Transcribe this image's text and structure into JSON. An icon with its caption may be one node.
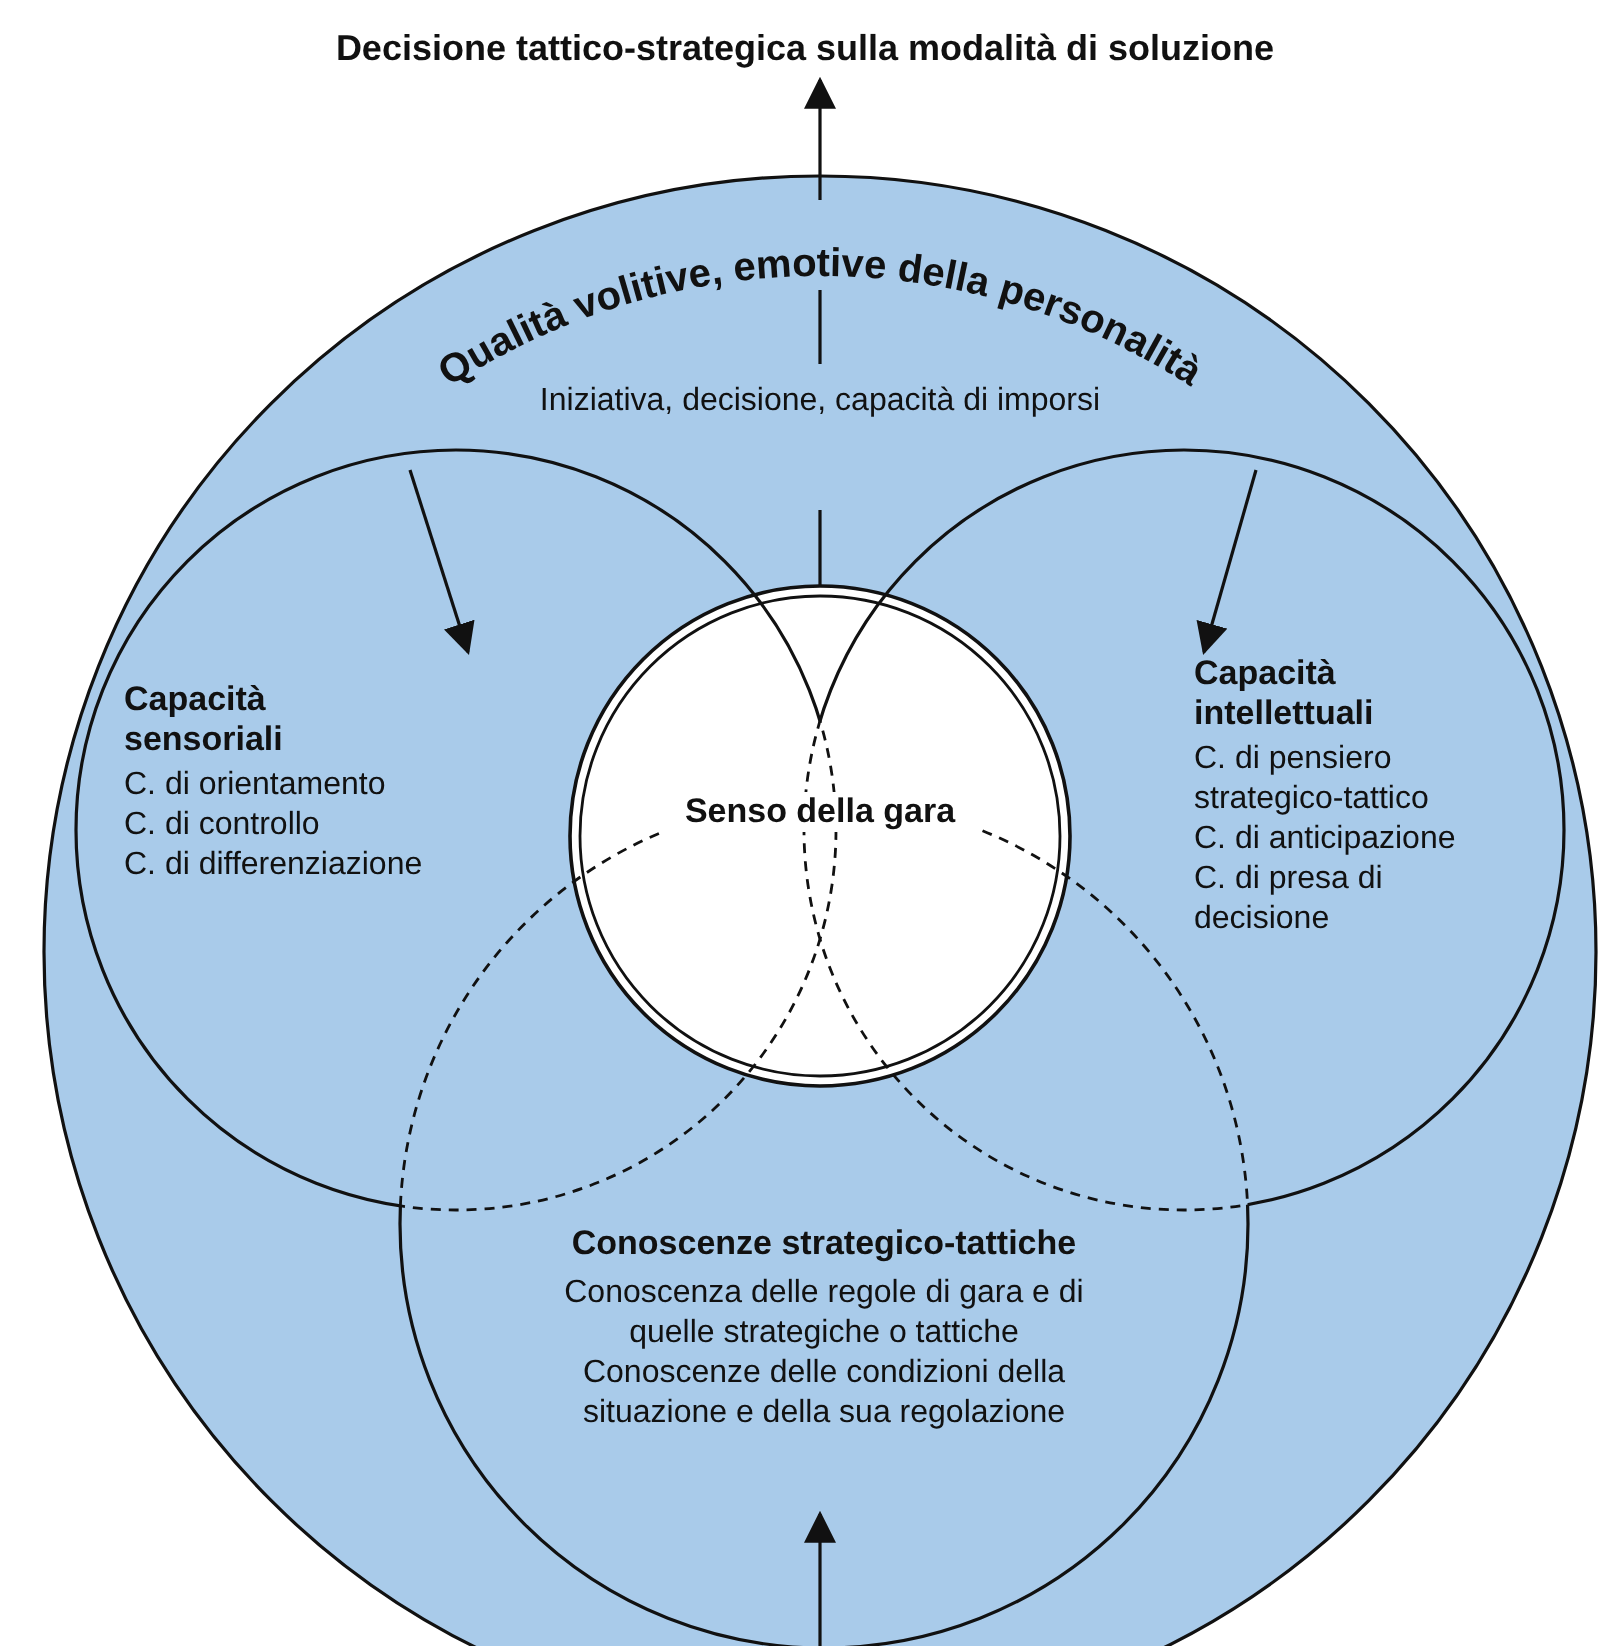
{
  "diagram": {
    "nodes": [
      {
        "text": [
          "Decisione tattico-strategica sulla modalità di soluzione"
        ]
      },
      {
        "text": [
          "Qualità volitive, emotive della personalità",
          "Iniziativa, decisione, capacità di imporsi"
        ]
      },
      {
        "text": [
          "Capacità sensoriali",
          "C. di orientamento",
          "C. di controllo",
          "C. di differenziazione"
        ],
        "in": 1
      },
      {
        "text": [
          "Senso della gara"
        ],
        "in": 1
      },
      {
        "text": [
          "Capacità intellettuali",
          "C. di pensiero strategico-tattico",
          "C. di anticipazione",
          "C. di presa di decisione"
        ],
        "in": 1
      },
      {
        "text": [
          "Conoscenze strategico-tattiche",
          "Conoscenza delle regole di gara e di quelle strategiche o tattiche",
          "Conoscenze delle condizioni della situazione e della sua regolazione"
        ],
        "in": 1
      }
    ],
    "edges": [
      {
        "from": 3,
        "to": 0,
        "arrow": "to",
        "style": "dashed"
      },
      {
        "from": null,
        "to": 2,
        "arrow": "to"
      },
      {
        "from": null,
        "to": 4,
        "arrow": "to"
      },
      {
        "from": null,
        "to": 5,
        "arrow": "to"
      }
    ]
  }
}
